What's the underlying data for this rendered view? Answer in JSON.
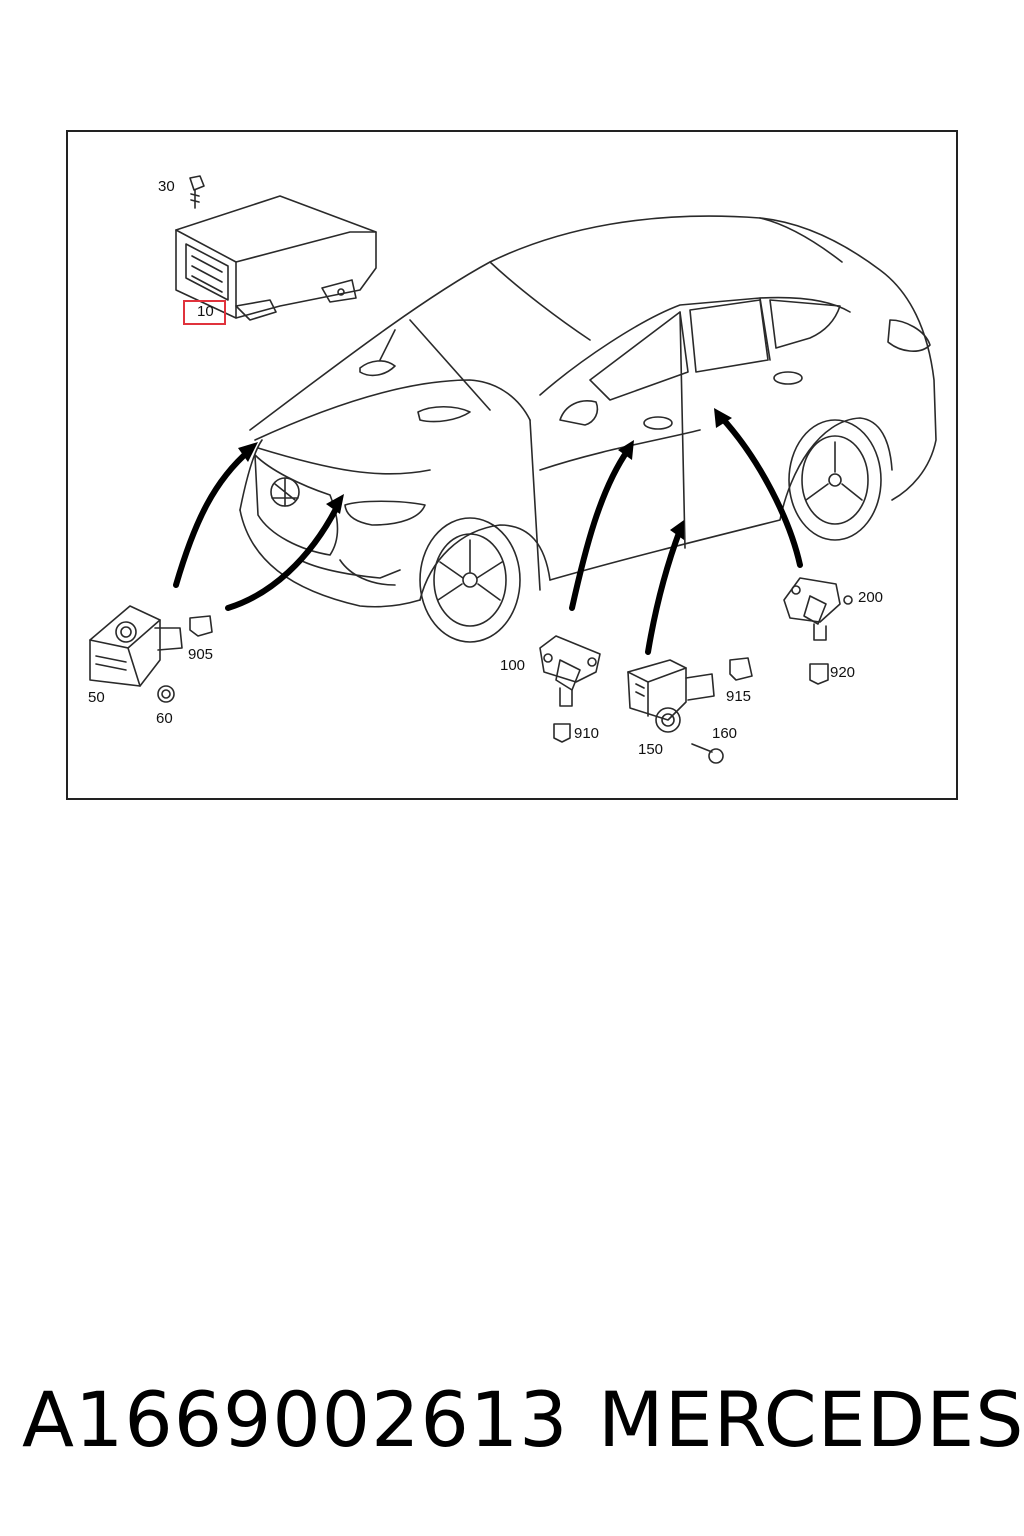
{
  "diagram": {
    "labels": {
      "l10": "10",
      "l30": "30",
      "l50": "50",
      "l60": "60",
      "l100": "100",
      "l150": "150",
      "l160": "160",
      "l200": "200",
      "l905": "905",
      "l910": "910",
      "l915": "915",
      "l920": "920"
    },
    "highlighted_label": "10",
    "highlight_color": "#e0323c"
  },
  "footer": {
    "part_number": "A1669002613",
    "brand": "MERCEDES"
  }
}
